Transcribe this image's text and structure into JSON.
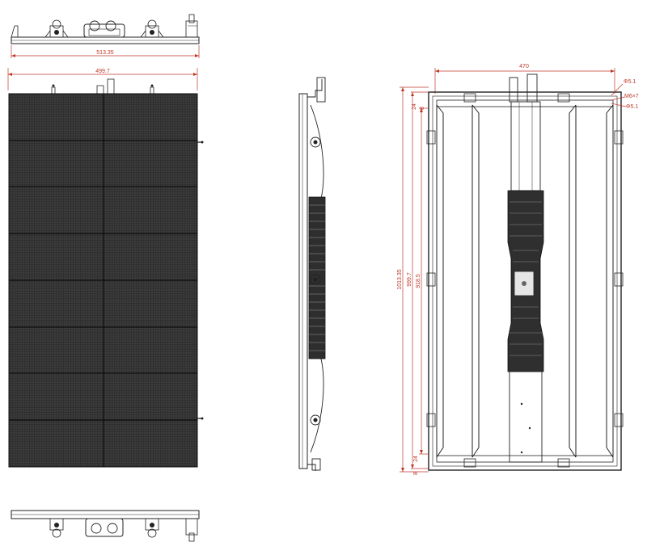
{
  "dimensions": {
    "top_view_width": "513.35",
    "front_view_width": "499.7",
    "rear_view_width": "470",
    "rear_view_total_height": "1013.35",
    "rear_view_height": "999.7",
    "rear_view_inner_height": "918.5",
    "rear_top_offset_a": "24",
    "rear_top_offset_b": "8",
    "rear_bottom_offset_a": "24",
    "rear_bottom_offset_b": "8",
    "hole_top": "Φ5.1",
    "thread": "M6×7",
    "hole_bottom": "Φ5.1"
  },
  "colors": {
    "dimension": "#c0392b",
    "outline": "#222222",
    "panel_fill": "#3a3a3a"
  }
}
